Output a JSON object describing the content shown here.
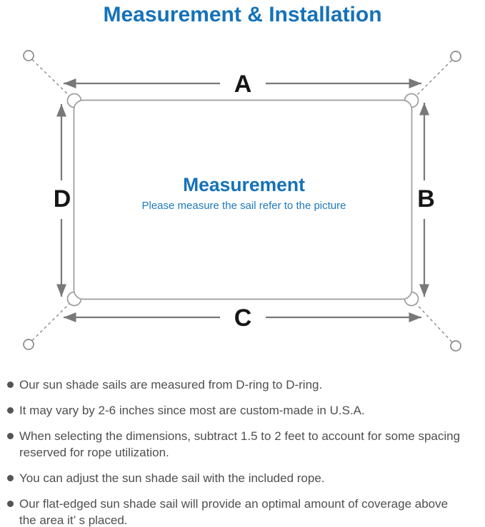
{
  "title": "Measurement & Installation",
  "diagram": {
    "labels": {
      "a": "A",
      "b": "B",
      "c": "C",
      "d": "D"
    },
    "center_title": "Measurement",
    "center_subtitle": "Please measure the sail refer to the picture"
  },
  "notes": [
    "Our sun shade sails are measured from D-ring to D-ring.",
    "It may vary by 2-6 inches since most are custom-made in U.S.A.",
    "When selecting the dimensions, subtract 1.5 to 2 feet to account for some spacing\nreserved for rope utilization.",
    "You can adjust the sun shade sail with the included rope.",
    "Our flat-edged sun shade sail will provide an optimal amount of coverage above\nthe area it’ s placed."
  ],
  "colors": {
    "accent_blue": "#1572b9",
    "note_text_gray": "#4f4f4f",
    "arrow_gray": "#787878",
    "outline_gray": "#9c9c9c"
  }
}
